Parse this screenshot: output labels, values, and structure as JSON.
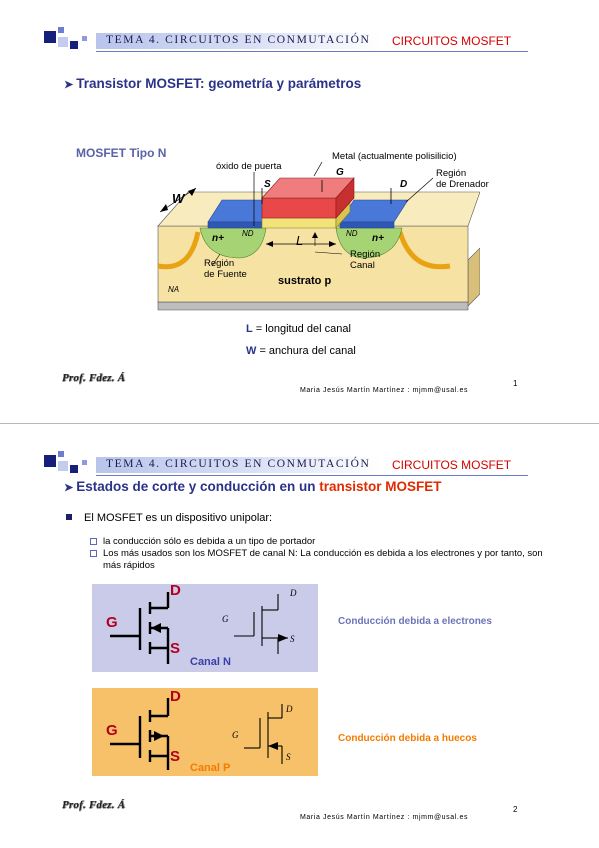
{
  "colors": {
    "header_band": "#b8c4ea",
    "header_red": "#d40000",
    "heading_blue": "#2a3388",
    "accent_red": "#e02a00",
    "gate_red": "#e84848",
    "oxide_yellow": "#f2e27a",
    "substrate": "#f6e3a4",
    "n_region_green": "#a6d474",
    "contact_blue": "#4a78d8",
    "panel_n_bg": "#c9cbe8",
    "panel_p_bg": "#f7c16a",
    "canal_n_text": "#3a3ea8",
    "canal_p_text": "#f37c00",
    "terminal_red": "#b4001c"
  },
  "slide1": {
    "header": {
      "title": "TEMA 4. CIRCUITOS EN CONMUTACIÓN",
      "right": "CIRCUITOS MOSFET"
    },
    "heading": "Transistor MOSFET: geometría y parámetros",
    "mosfet_label": "MOSFET Tipo N",
    "diagram": {
      "oxido": "óxido de puerta",
      "metal": "Metal (actualmente polisilicio)",
      "region_drenador": "Región\nde Drenador",
      "w": "W",
      "s": "S",
      "g": "G",
      "d": "D",
      "n_plus": "n+",
      "nd": "ND",
      "l": "L",
      "region_fuente": "Región\nde Fuente",
      "region_canal": "Región\nCanal",
      "sustrato": "sustrato p",
      "na": "NA"
    },
    "legend": {
      "l_letter": "L",
      "l_text": " = longitud del canal",
      "w_letter": "W",
      "w_text": " = anchura del canal"
    },
    "signature": "Prof. Fdez. Á",
    "footer": "Maria Jesús Martín Martínez : mjmm@usal.es",
    "page": "1"
  },
  "slide2": {
    "header": {
      "title": "TEMA 4. CIRCUITOS EN CONMUTACIÓN",
      "right": "CIRCUITOS MOSFET"
    },
    "heading_prefix": "Estados de corte y conducción en un ",
    "heading_accent": "transistor MOSFET",
    "bullet": "El MOSFET es un dispositivo unipolar:",
    "sub_bullets": [
      "la conducción sólo es debida a un tipo de portador",
      "Los más usados son los MOSFET de canal N: La conducción es debida a los electrones y por tanto, son más rápidos"
    ],
    "panel_n": {
      "d": "D",
      "g": "G",
      "s": "S",
      "caption": "Canal N"
    },
    "panel_p": {
      "d": "D",
      "g": "G",
      "s": "S",
      "caption": "Canal P"
    },
    "sym_n": {
      "d": "D",
      "g": "G",
      "s": "S"
    },
    "sym_p": {
      "d": "D",
      "g": "G",
      "s": "S"
    },
    "cond_n": "Conducción debida a electrones",
    "cond_p": "Conducción debida a huecos",
    "signature": "Prof. Fdez. Á",
    "footer": "Maria Jesús Martín Martínez : mjmm@usal.es",
    "page": "2"
  }
}
